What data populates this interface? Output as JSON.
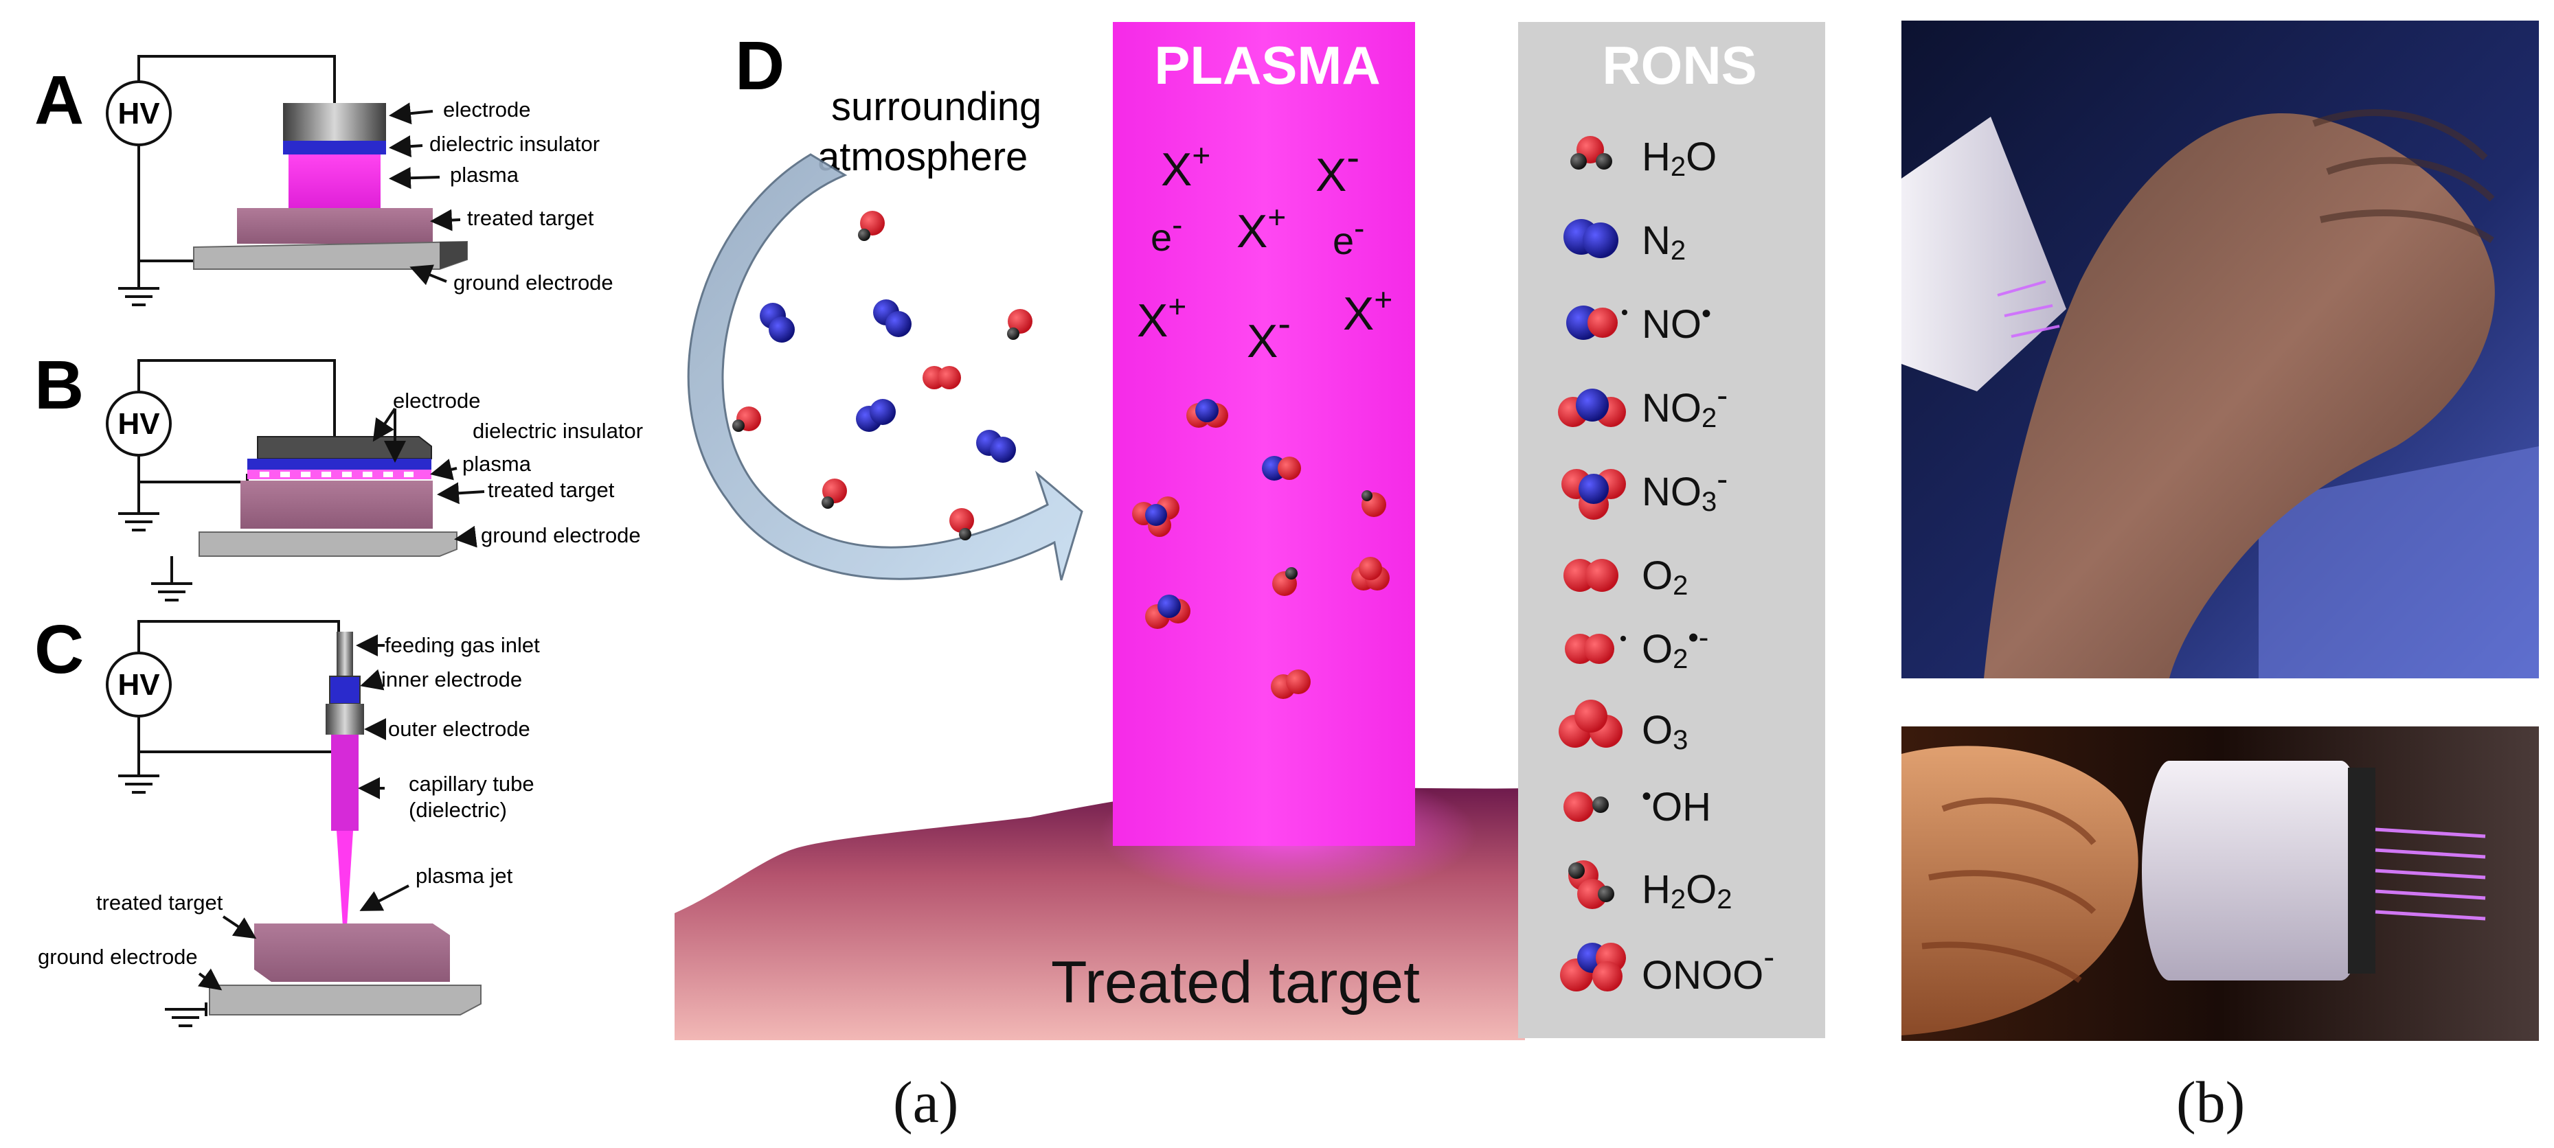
{
  "panel_a": {
    "A": {
      "letter": "A",
      "hv": "HV",
      "labels": {
        "electrode": "electrode",
        "dielectric": "dielectric insulator",
        "plasma": "plasma",
        "target": "treated target",
        "ground": "ground electrode"
      }
    },
    "B": {
      "letter": "B",
      "hv": "HV",
      "labels": {
        "electrode": "electrode",
        "dielectric": "dielectric insulator",
        "plasma": "plasma",
        "target": "treated target",
        "ground": "ground electrode"
      }
    },
    "C": {
      "letter": "C",
      "hv": "HV",
      "labels": {
        "gas_inlet": "feeding gas inlet",
        "inner": "inner electrode",
        "outer": "outer electrode",
        "capillary1": "capillary tube",
        "capillary2": "(dielectric)",
        "jet": "plasma jet",
        "target": "treated target",
        "ground": "ground electrode"
      }
    },
    "D": {
      "letter": "D",
      "surrounding1": "surrounding",
      "surrounding2": "atmosphere",
      "plasma_title": "PLASMA",
      "target_label": "Treated target",
      "ions": {
        "x_plus": "X",
        "x_minus": "X",
        "electron": "e",
        "plus": "+",
        "minus": "-"
      },
      "rons_title": "RONS",
      "rons": [
        {
          "base": "H",
          "sub": "2",
          "tail": "O",
          "sup": ""
        },
        {
          "base": "N",
          "sub": "2",
          "tail": "",
          "sup": ""
        },
        {
          "base": "NO",
          "sub": "",
          "tail": "",
          "sup": "•"
        },
        {
          "base": "NO",
          "sub": "2",
          "tail": "",
          "sup": "-"
        },
        {
          "base": "NO",
          "sub": "3",
          "tail": "",
          "sup": "-"
        },
        {
          "base": "O",
          "sub": "2",
          "tail": "",
          "sup": ""
        },
        {
          "base": "O",
          "sub": "2",
          "tail": "",
          "sup": "•-"
        },
        {
          "base": "O",
          "sub": "3",
          "tail": "",
          "sup": ""
        },
        {
          "base": "OH",
          "sub": "",
          "tail": "",
          "sup": "",
          "pre": "•"
        },
        {
          "base": "H",
          "sub": "2",
          "tail": "O",
          "sub2": "2",
          "sup": ""
        },
        {
          "base": "ONOO",
          "sub": "",
          "tail": "",
          "sup": "-"
        }
      ]
    },
    "caption": "(a)"
  },
  "panel_b": {
    "caption": "(b)"
  },
  "colors": {
    "plasma": "#ff33ee",
    "oxygen": "#e01e2a",
    "nitrogen": "#1c1fa8",
    "hydrogen": "#222222",
    "rons_bg": "#d0d0d0",
    "tissue": "#8a2a5a"
  }
}
